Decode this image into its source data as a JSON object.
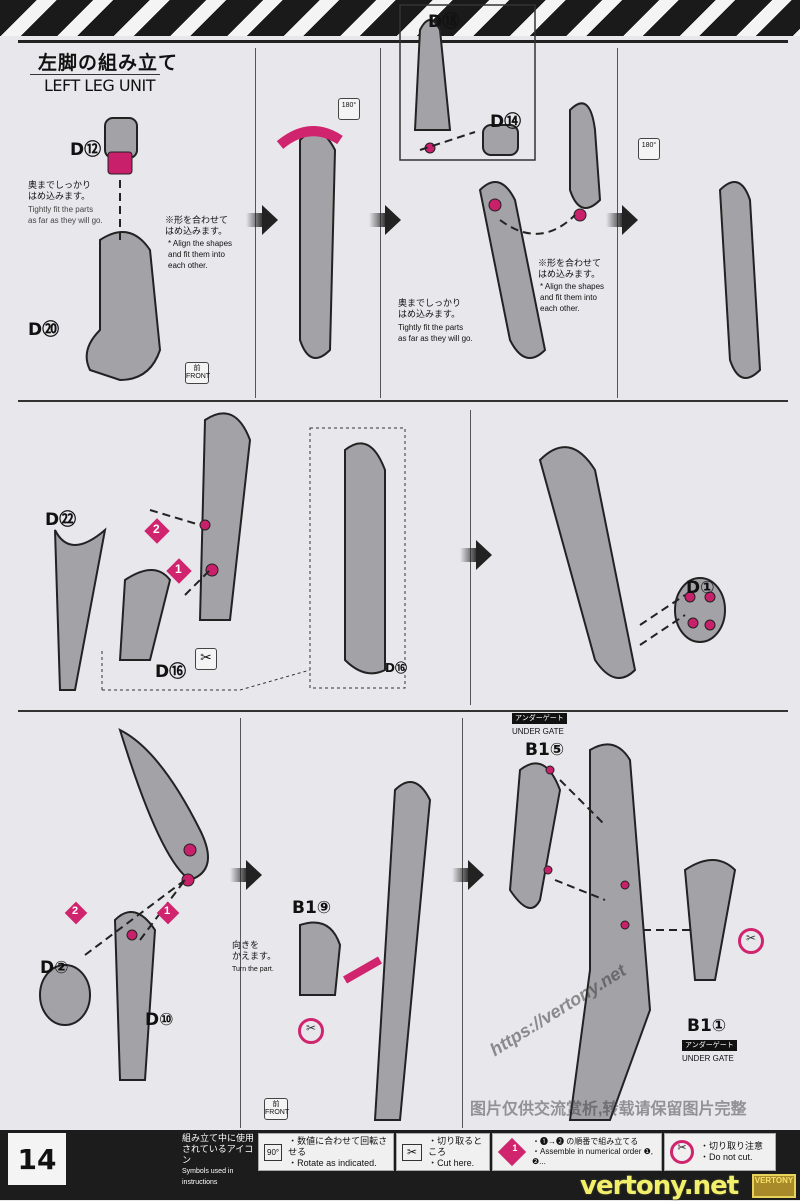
{
  "header": {
    "title_jp": "左脚の組み立て",
    "title_en": "LEFT LEG UNIT"
  },
  "parts": {
    "d12": "D⑫",
    "d20": "D⑳",
    "d18": "D⑱",
    "d14": "D⑭",
    "d22": "D㉒",
    "d16a": "D⑯",
    "d16b": "D⑯",
    "d1": "D①",
    "d2": "D②",
    "d10": "D⑩",
    "b19": "B1⑨",
    "b15": "B1⑤",
    "b11": "B1①"
  },
  "notes": {
    "tight_jp": "奥までしっかり\nはめ込みます。",
    "tight_en": "Tightly fit the parts\nas far as they will go.",
    "align_jp": "※形を合わせて\nはめ込みます。",
    "align_en": "* Align the shapes\nand fit them into\neach other.",
    "turn_jp": "向きを\nかえます。",
    "turn_en": "Turn the part.",
    "under_gate_jp": "アンダーゲート",
    "under_gate_en": "UNDER GATE"
  },
  "icons": {
    "rotate": "180°",
    "front_jp": "前",
    "front_en": "FRONT",
    "step1": "1",
    "step2": "2"
  },
  "footer": {
    "page_number": "14",
    "legend_title_jp": "組み立て中に使用されているアイコン",
    "legend_title_en": "Symbols used in instructions",
    "rotate_icon": "90°",
    "rotate_jp": "・数値に合わせて回転させる",
    "rotate_en": "・Rotate as indicated.",
    "cut_jp": "・切り取るところ",
    "cut_en": "・Cut here.",
    "order_jp": "・❶→❷ の順番で組み立てる",
    "order_en": "・Assemble in numerical order ❶, ❷...",
    "nocut_jp": "・切り取り注意",
    "nocut_en": "・Do not cut."
  },
  "watermark": {
    "site": "vertony.net",
    "badge": "VERTONY",
    "url": "https://vertony.net",
    "cn": "图片仅供交流赏析,转载请保留图片完整"
  },
  "colors": {
    "accent": "#d0246e",
    "part": "#9a9a9e",
    "bg": "#e8e8ec"
  }
}
